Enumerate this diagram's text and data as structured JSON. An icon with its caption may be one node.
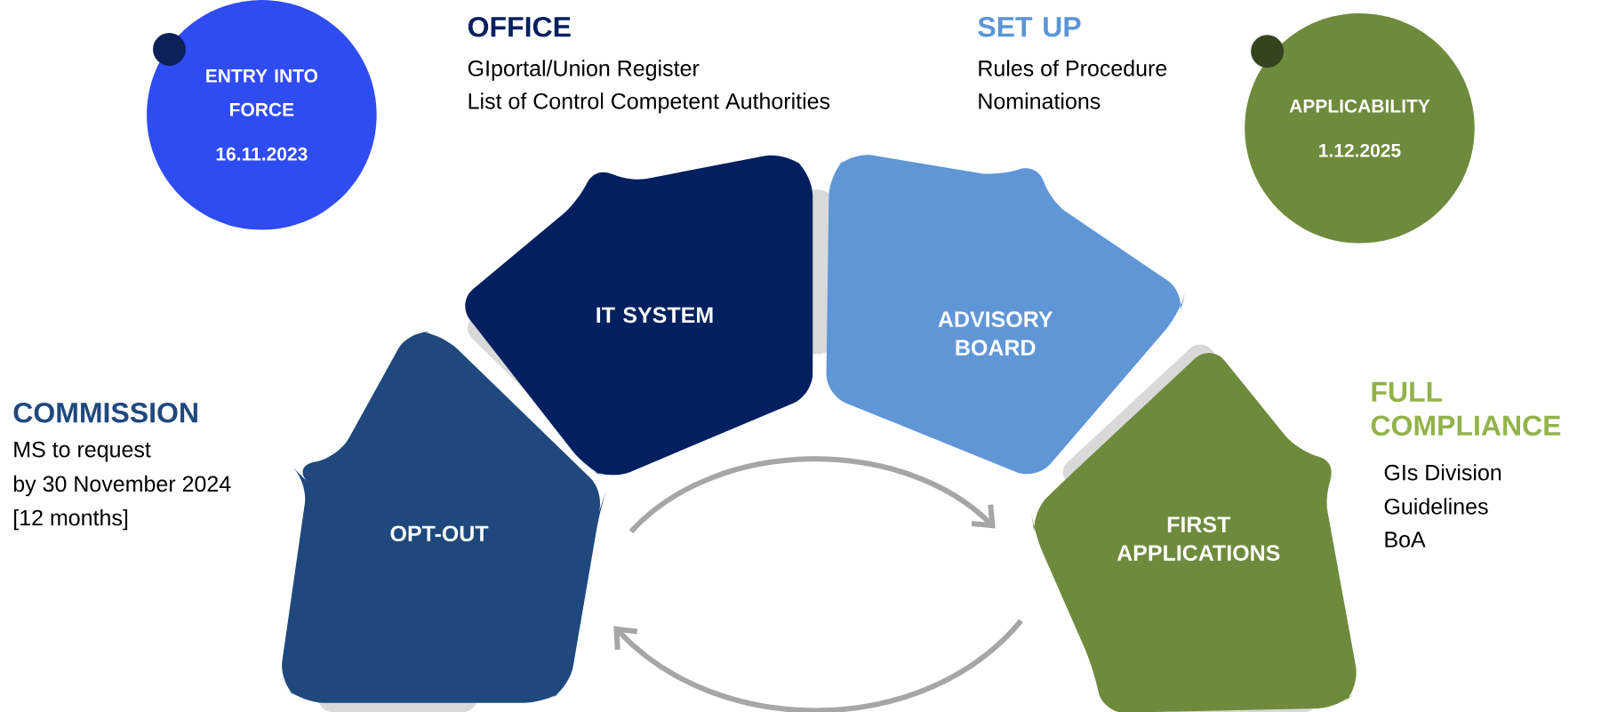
{
  "diagram": {
    "nodes": [
      {
        "text": [
          "ENTRY INTO FORCE",
          "16.11.2023"
        ]
      },
      {
        "text": [
          "APPLICABILITY",
          "1.12.2025"
        ]
      },
      {
        "text": [
          "OPT-OUT"
        ],
        "beside": [
          "COMMISSION",
          "MS to request",
          "by 30 November 2024",
          "[12 months]"
        ]
      },
      {
        "text": [
          "IT SYSTEM"
        ],
        "beside": [
          "OFFICE",
          "GIportal/Union Register",
          "List of Control Competent Authorities"
        ]
      },
      {
        "text": [
          "ADVISORY BOARD"
        ],
        "beside": [
          "SET UP",
          "Rules of Procedure",
          "Nominations"
        ]
      },
      {
        "text": [
          "FIRST APPLICATIONS"
        ],
        "beside": [
          "FULL COMPLIANCE",
          "GIs Division",
          "Guidelines",
          "BoA"
        ]
      }
    ],
    "edges": [
      {
        "from": 2,
        "to": 5,
        "arrow": "to"
      },
      {
        "from": 5,
        "to": 2,
        "arrow": "to"
      }
    ]
  }
}
